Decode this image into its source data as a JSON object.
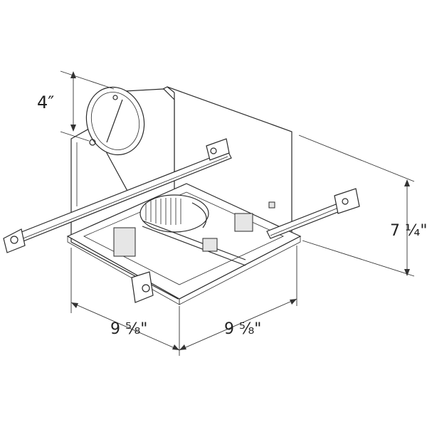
{
  "dimensions": {
    "duct_diameter": "4″",
    "height": "7 ¼\"",
    "width_left": "9 ⁵⁄₈\"",
    "width_right": "9 ⁵⁄₈\""
  }
}
